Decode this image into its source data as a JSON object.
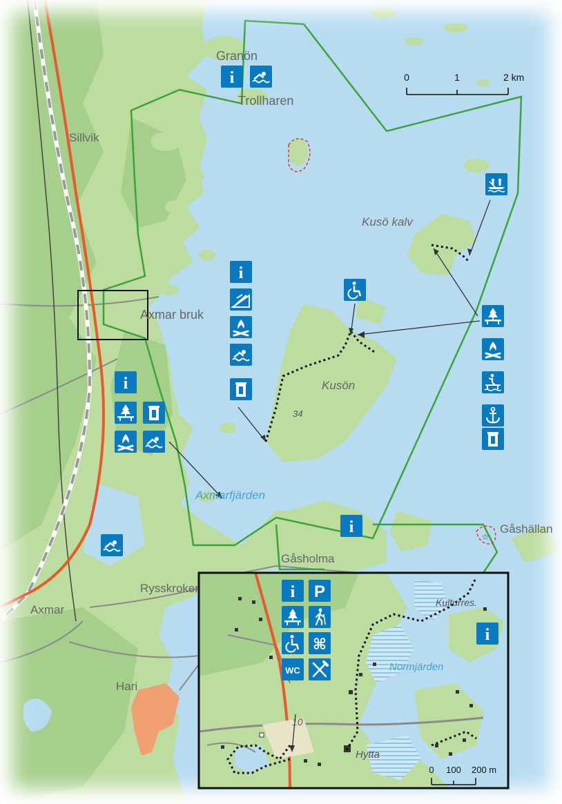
{
  "places": {
    "granon": "Granön",
    "trollharen": "Trollharen",
    "sillvik": "Sillvik",
    "kuso_kalv": "Kusö kalv",
    "axmar_bruk": "Axmar bruk",
    "kuson": "Kusön",
    "axmarfjarden": "Axmarfjärden",
    "gashallan": "Gåshällan",
    "gasholma": "Gåsholma",
    "rysskroken": "Rysskroken",
    "axmar": "Axmar",
    "hari": "Hari",
    "road_34": "34"
  },
  "scale_bar": {
    "ticks": [
      "0",
      "1",
      "2 km"
    ]
  },
  "inset": {
    "places": {
      "kulturres": "Kulturres.",
      "normjarden": "Normjärden",
      "hytta": "Hytta",
      "road_10": "10"
    },
    "scale_bar": {
      "ticks": [
        "0",
        "100",
        "200 m"
      ]
    }
  },
  "symbols": {
    "info_glyph": "i",
    "parking_glyph": "P",
    "wc_glyph": "WC",
    "sights_glyph": "⌘"
  },
  "colors": {
    "water": "#b7dcf0",
    "land": "#bcdca0",
    "forest": "#a6cf8c",
    "reserve_border": "#3ca33c",
    "main_road": "#e85a2a",
    "symbol_blue": "#0a7ac0",
    "trail": "#111111"
  },
  "icons": [
    "info-icon",
    "swimming-icon",
    "canoe-icon",
    "wheelchair-icon",
    "boat-ramp-icon",
    "campfire-icon",
    "privy-icon",
    "picnic-icon",
    "pier-icon",
    "anchor-icon",
    "parking-icon",
    "hiking-icon",
    "sights-icon",
    "wc-icon",
    "restaurant-icon"
  ]
}
